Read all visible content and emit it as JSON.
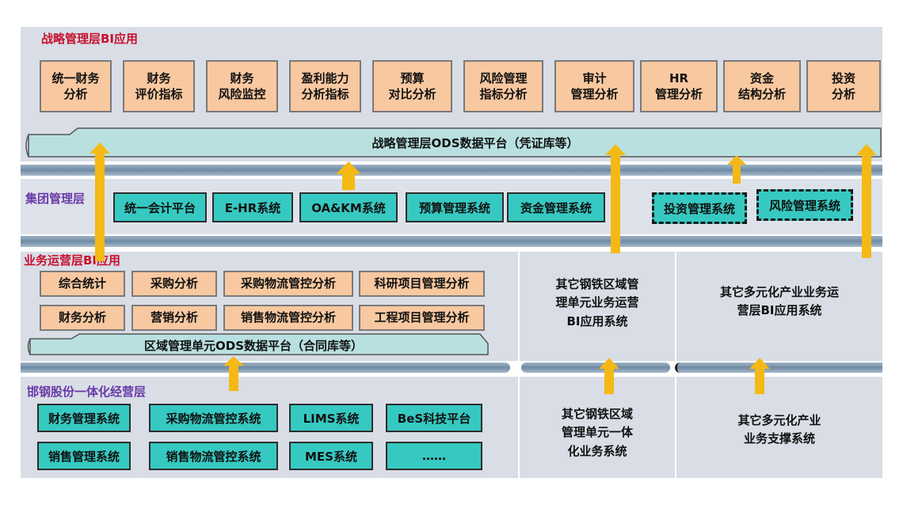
{
  "strategic_layer": {
    "title": "战略管理层BI应用",
    "apps": [
      "统一财务\n分析",
      "财务\n评价指标",
      "财务\n风险监控",
      "盈利能力\n分析指标",
      "预算\n对比分析",
      "风险管理\n指标分析",
      "审计\n管理分析",
      "HR\n管理分析",
      "资金\n结构分析",
      "投资\n分析"
    ],
    "ods_platform": "战略管理层ODS数据平台（凭证库等）"
  },
  "group_layer": {
    "title": "集团管理层",
    "systems": [
      "统一会计平台",
      "E-HR系统",
      "OA&KM系统",
      "预算管理系统",
      "资金管理系统"
    ],
    "planned_systems": [
      "投资管理系统",
      "风险管理系统"
    ]
  },
  "business_layer": {
    "title": "业务运营层BI应用",
    "apps_row1": [
      "综合统计",
      "采购分析",
      "采购物流管控分析",
      "科研项目管理分析"
    ],
    "apps_row2": [
      "财务分析",
      "营销分析",
      "销售物流管控分析",
      "工程项目管理分析"
    ],
    "ods_platform": "区域管理单元ODS数据平台（合同库等）",
    "other_steel": "其它钢铁区域管\n理单元业务运营\nBI应用系统",
    "other_diversified": "其它多元化产业业务运\n营层BI应用系统"
  },
  "handan_layer": {
    "title": "邯钢股份一体化经营层",
    "systems_row1": [
      "财务管理系统",
      "采购物流管控系统",
      "LIMS系统",
      "BeS科技平台"
    ],
    "systems_row2": [
      "销售管理系统",
      "销售物流管控系统",
      "MES系统",
      "……"
    ],
    "other_steel": "其它钢铁区域\n管理单元一体\n化业务系统",
    "other_diversified": "其它多元化产业\n业务支撑系统"
  },
  "colors": {
    "app_box": "#f8c8a0",
    "system_box": "#36c9c2",
    "arrow": "#f5b915",
    "title_red": "#c8102e",
    "title_purple": "#6a3aa8"
  }
}
